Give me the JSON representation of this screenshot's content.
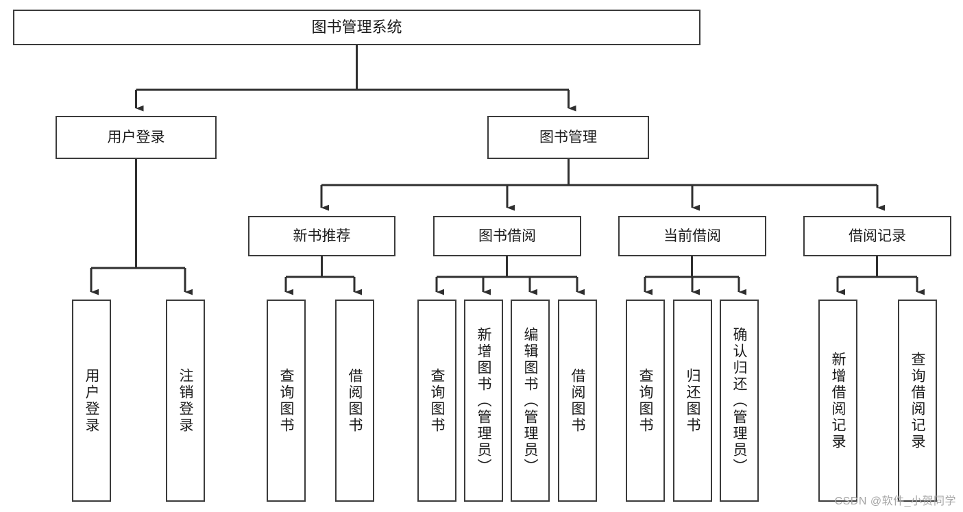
{
  "diagram": {
    "title": "图书管理系统",
    "style": {
      "box_border_color": "#3b3b3b",
      "box_fill_color": "#ffffff",
      "connector_color": "#2f2f2f",
      "text_color": "#1b1b1b",
      "background_color": "#ffffff"
    },
    "root": {
      "label": "图书管理系统"
    },
    "level2": [
      {
        "label": "用户登录"
      },
      {
        "label": "图书管理"
      }
    ],
    "level3": [
      {
        "label": "新书推荐"
      },
      {
        "label": "图书借阅"
      },
      {
        "label": "当前借阅"
      },
      {
        "label": "借阅记录"
      }
    ],
    "leaves": {
      "user_login": [
        {
          "label": "用户登录"
        },
        {
          "label": "注销登录"
        }
      ],
      "new_book_recommend": [
        {
          "label": "查询图书"
        },
        {
          "label": "借阅图书"
        }
      ],
      "book_borrow": [
        {
          "label": "查询图书"
        },
        {
          "label": "新增图书（管理员）"
        },
        {
          "label": "编辑图书（管理员）"
        },
        {
          "label": "借阅图书"
        }
      ],
      "current_borrow": [
        {
          "label": "查询图书"
        },
        {
          "label": "归还图书"
        },
        {
          "label": "确认归还（管理员）"
        }
      ],
      "borrow_record": [
        {
          "label": "新增借阅记录"
        },
        {
          "label": "查询借阅记录"
        }
      ]
    }
  },
  "watermark": {
    "text": "CSDN @软件_小贺同学"
  }
}
